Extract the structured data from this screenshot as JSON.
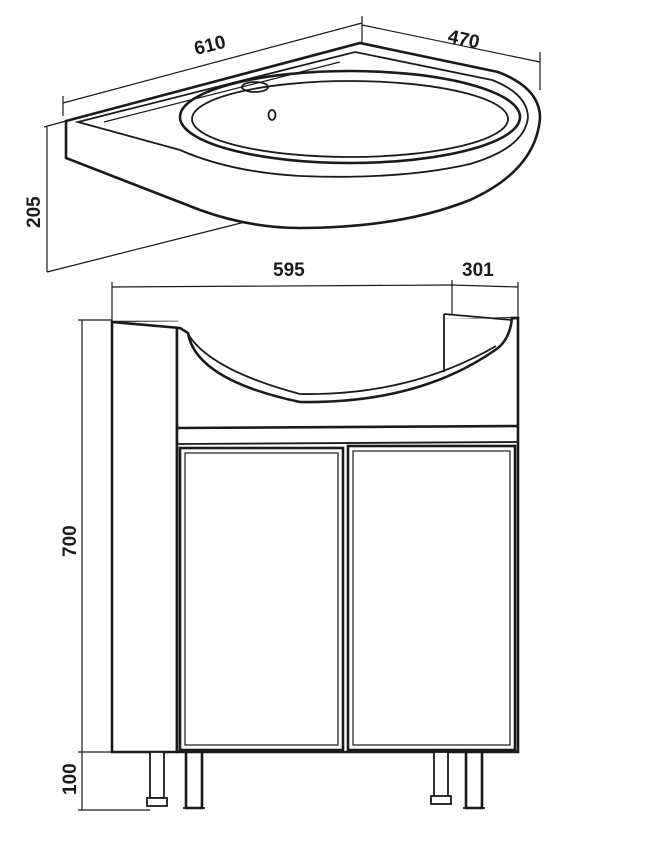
{
  "diagram": {
    "colors": {
      "line": "#1a1a1a",
      "background": "#ffffff"
    },
    "dimensions": {
      "basin_width": "610",
      "basin_depth": "470",
      "basin_height": "205",
      "cabinet_width": "595",
      "cabinet_depth": "301",
      "cabinet_height": "700",
      "leg_height": "100"
    }
  }
}
